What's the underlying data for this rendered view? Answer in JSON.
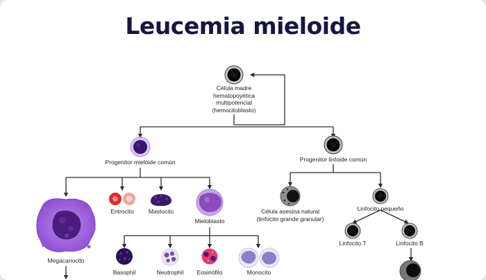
{
  "title": "Leucemia mieloide",
  "nodes": {
    "stem_cell": [
      "Célula madre",
      "hematopoyética",
      "multipotencial",
      "(hemocitoblasto)"
    ],
    "myeloid_progenitor": "Progenitor mieloide común",
    "lymphoid_progenitor": "Progenitor linfoide común",
    "megakaryocyte": "Megacariocito",
    "erythrocyte": "Eritrocito",
    "mast_cell": "Mastocito",
    "myeloblast": "Mieloblasto",
    "basophil": "Basophil",
    "neutrophil": "Neutrophil",
    "eosinophil": "Eosinófilo",
    "monocyte": "Monocito",
    "natural_killer": [
      "Célula asesina natural",
      "(linfocito grande granular)"
    ],
    "small_lymphocyte": "Linfocito pequeño",
    "t_lymphocyte": "Linfocito T",
    "b_lymphocyte": "Linfocito B"
  },
  "colors": {
    "title": "#16163f",
    "line": "#2a2a2a",
    "myeloid": "#7a3fc2",
    "lymphoid": "#333333",
    "erythrocyte": "#e8242a",
    "megakaryocyte": "#a86be0"
  }
}
